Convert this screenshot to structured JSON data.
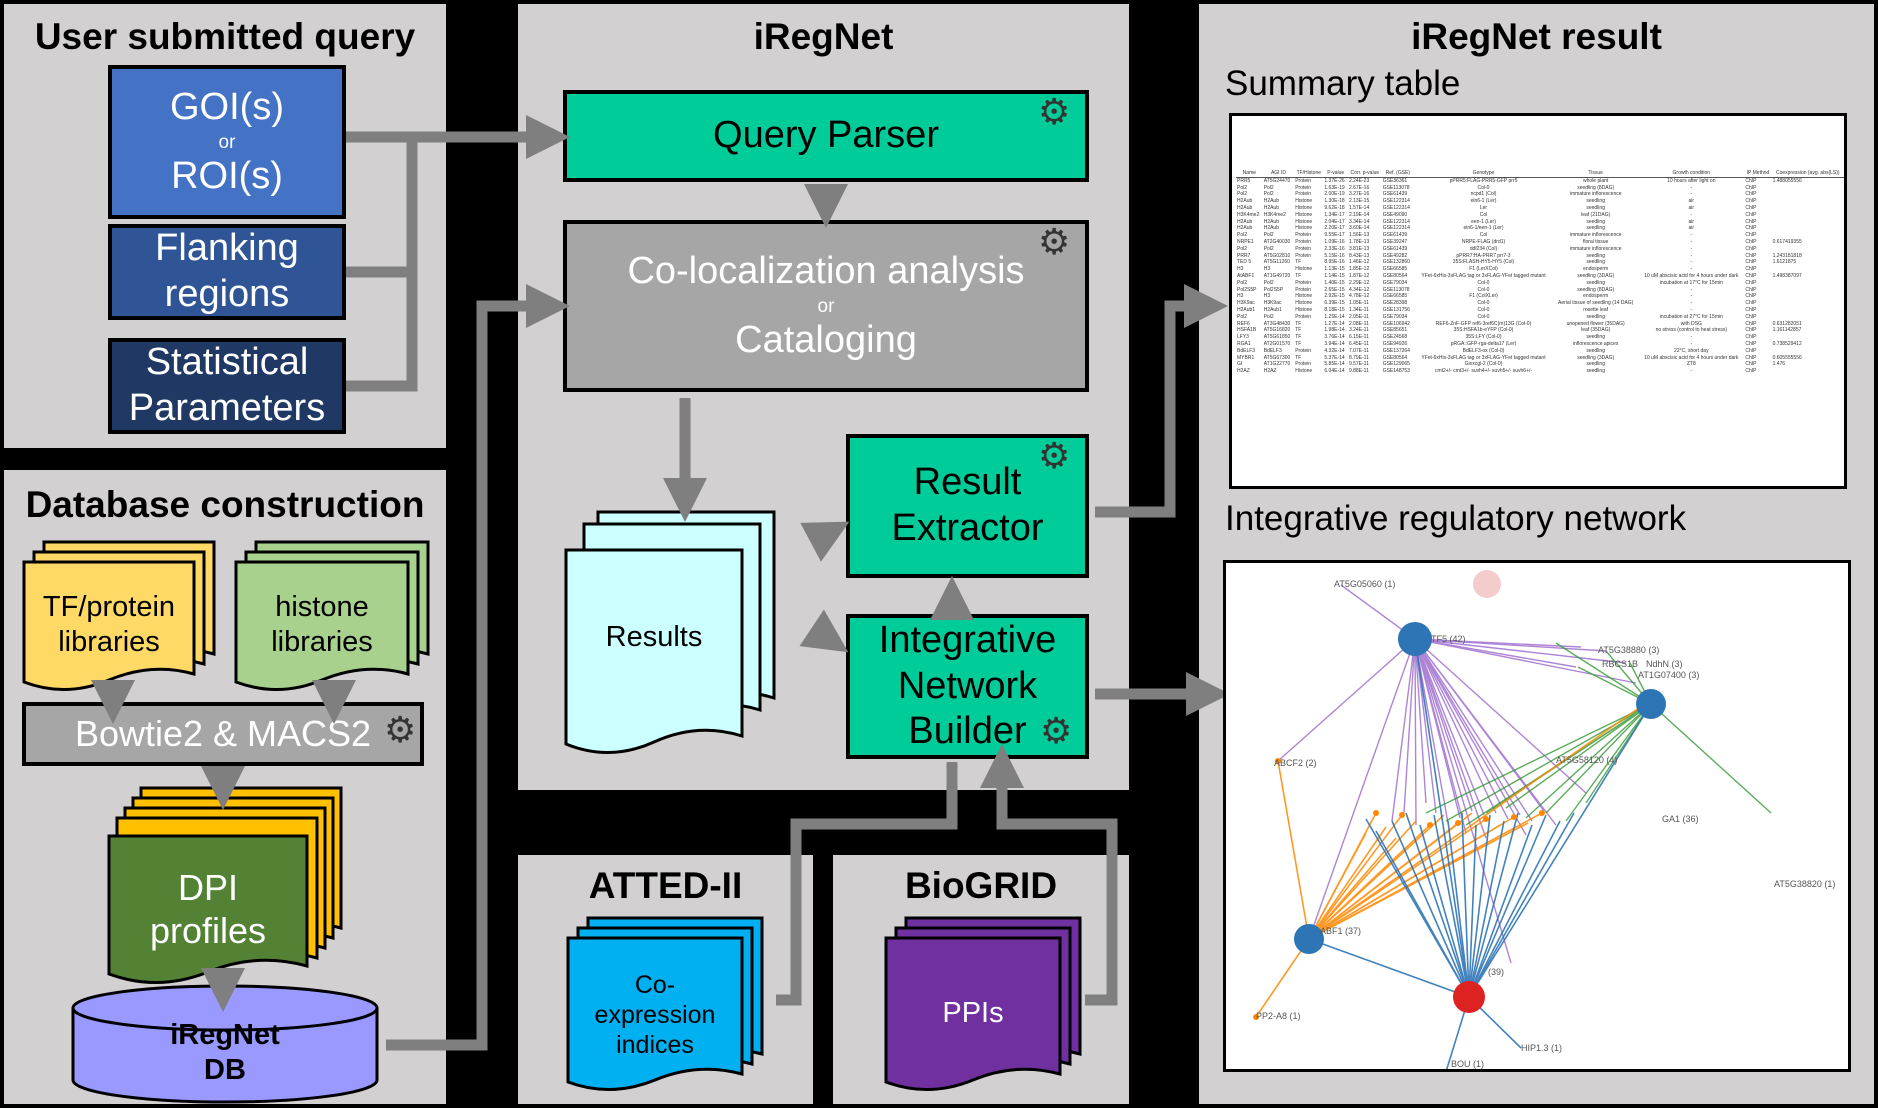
{
  "query_panel": {
    "title": "User submitted query",
    "goi_top": "GOI(s)",
    "goi_or": "or",
    "goi_bottom": "ROI(s)",
    "flanking_line1": "Flanking",
    "flanking_line2": "regions",
    "stat_line1": "Statistical",
    "stat_line2": "Parameters"
  },
  "db_panel": {
    "title": "Database construction",
    "tf_line1": "TF/protein",
    "tf_line2": "libraries",
    "histone_line1": "histone",
    "histone_line2": "libraries",
    "bowtie": "Bowtie2 & MACS2",
    "dpi_line1": "DPI",
    "dpi_line2": "profiles",
    "db_line1": "iRegNet",
    "db_line2": "DB"
  },
  "iregnet_panel": {
    "title": "iRegNet",
    "query_parser": "Query Parser",
    "coloc_top": "Co-localization analysis",
    "coloc_or": "or",
    "coloc_bottom": "Cataloging",
    "results": "Results",
    "extractor_line1": "Result",
    "extractor_line2": "Extractor",
    "builder_line1": "Integrative",
    "builder_line2": "Network",
    "builder_line3": "Builder"
  },
  "atted_panel": {
    "title": "ATTED-II",
    "doc_line1": "Co-",
    "doc_line2": "expression",
    "doc_line3": "indices"
  },
  "biogrid_panel": {
    "title": "BioGRID",
    "doc": "PPIs"
  },
  "result_panel": {
    "title": "iRegNet result",
    "summary_label": "Summary table",
    "network_label": "Integrative regulatory network"
  },
  "network_nodes": {
    "n1": "AT5G05060 (1)",
    "n2": "TF5 (42)",
    "n3": "AT5G38880 (3)",
    "n4": "RBCS1B",
    "n5": "NdhN (3)",
    "n6": "AT1G07400 (3)",
    "n7": "ABCF2 (2)",
    "n8": "AT5G58120 (4)",
    "n9": "GA1 (36)",
    "n10": "AT5G38820 (1)",
    "n11": "ABF1 (37)",
    "n12": "(39)",
    "n13": "PP2-A8 (1)",
    "n14": "HIP1.3 (1)",
    "n15": "BOU (1)"
  },
  "summary_table": {
    "headers": [
      "Name",
      "AGI ID",
      "TF/Histone",
      "P-value",
      "Corr. p-value",
      "Ref. (GSE)",
      "Genotype",
      "Tissue",
      "Growth condition",
      "IP Method",
      "Coexpression (avg. abs(LS))"
    ],
    "rows": [
      [
        "PRR5",
        "AT5G24470",
        "Protein",
        "1.37E-26",
        "2.24E-23",
        "GSE36361",
        "pPRR5:FLAG-PRR5-GFP prr5",
        "whole plant",
        "10 hours after light on",
        "ChIP",
        "1.488055556"
      ],
      [
        "Pol2",
        "Pol2",
        "Protein",
        "1.63E-19",
        "2.67E-16",
        "GSE113078",
        "Col-0",
        "seedling (8DAG)",
        "-",
        "ChIP",
        ""
      ],
      [
        "Pol2",
        "Pol2",
        "Protein",
        "2.00E-19",
        "3.27E-16",
        "GSE61439",
        "ncpd1 (Col)",
        "immature inflorescence",
        "-",
        "ChIP",
        ""
      ],
      [
        "H2Aub",
        "H2Aub",
        "Histone",
        "1.30E-18",
        "2.13E-15",
        "GSE122314",
        "ein6-1 (Ler)",
        "seedling",
        "air",
        "ChIP",
        ""
      ],
      [
        "H2Aub",
        "H2Aub",
        "Histone",
        "9.62E-18",
        "1.57E-14",
        "GSE122314",
        "Ler",
        "seedling",
        "air",
        "ChIP",
        ""
      ],
      [
        "H3K4me2",
        "H3K4me2",
        "Histone",
        "1.34E-17",
        "2.19E-14",
        "GSE49090",
        "Col",
        "leaf (21DAG)",
        "-",
        "ChIP",
        ""
      ],
      [
        "H2Aub",
        "H2Aub",
        "Histone",
        "2.04E-17",
        "3.34E-14",
        "GSE122314",
        "een-1 (Ler)",
        "seedling",
        "air",
        "ChIP",
        ""
      ],
      [
        "H2Aub",
        "H2Aub",
        "Histone",
        "2.20E-17",
        "3.60E-14",
        "GSE122314",
        "ein6-1/een-1 (Ler)",
        "seedling",
        "air",
        "ChIP",
        ""
      ],
      [
        "Pol2",
        "Pol2",
        "Protein",
        "9.55E-17",
        "1.56E-13",
        "GSE61439",
        "Col",
        "immature inflorescence",
        "-",
        "ChIP",
        ""
      ],
      [
        "NRPE1",
        "AT2G40030",
        "Protein",
        "1.09E-16",
        "1.78E-13",
        "GSE39247",
        "NRPE-FLAG (drd1)",
        "floral tissue",
        "-",
        "ChIP",
        "0.617419355"
      ],
      [
        "Pol2",
        "Pol2",
        "Protein",
        "2.33E-16",
        "3.81E-13",
        "GSE61439",
        "ddl234 (Col)",
        "immature inflorescence",
        "-",
        "ChIP",
        ""
      ],
      [
        "PRR7",
        "AT5G02810",
        "Protein",
        "5.15E-16",
        "8.43E-13",
        "GSE49282",
        "pPRR7:HA-PRR7 prr7-3",
        "seedling",
        "-",
        "ChIP",
        "1.243181818"
      ],
      [
        "TED 5",
        "AT5G11260",
        "TF",
        "8.95E-16",
        "1.46E-12",
        "GSE132860",
        "35S:FLASH-HY5-HY5 (Col)",
        "seedling",
        "-",
        "ChIP",
        "1.6121875"
      ],
      [
        "H3",
        "H3",
        "Histone",
        "1.13E-15",
        "1.85E-12",
        "GSE66585",
        "F1 (LerXCol)",
        "endosperm",
        "-",
        "ChIP",
        ""
      ],
      [
        "AtABF1",
        "AT1G49720",
        "TF",
        "1.14E-15",
        "1.87E-12",
        "GSE80564",
        "YFet-6xHis-3xFLAG tag or 3xFLAG-YFet tagged mutant",
        "seedling (3DAG)",
        "10 uM abscisic acid for 4 hours under dark",
        "ChIP",
        "1.498387097"
      ],
      [
        "Pol2",
        "Pol2",
        "Protein",
        "1.40E-15",
        "2.29E-12",
        "GSE79034",
        "Col-0",
        "seedling",
        "incubation at 17°C for 15min",
        "ChIP",
        ""
      ],
      [
        "Pol2S5P",
        "Pol2S5P",
        "Protein",
        "2.65E-15",
        "4.34E-12",
        "GSE113078",
        "Col-0",
        "seedling (8DAG)",
        "-",
        "ChIP",
        ""
      ],
      [
        "H3",
        "H3",
        "Histone",
        "2.92E-15",
        "4.78E-12",
        "GSE66585",
        "F1 (ColXLer)",
        "endosperm",
        "-",
        "ChIP",
        ""
      ],
      [
        "H3K9ac",
        "H3K9ac",
        "Histone",
        "6.39E-15",
        "1.05E-11",
        "GSE28398",
        "Col-0",
        "Aerial tissue of seedling (14 DAG)",
        "-",
        "ChIP",
        ""
      ],
      [
        "H2Aub1",
        "H2Aub1",
        "Histone",
        "8.18E-15",
        "1.34E-11",
        "GSE131756",
        "Col-0",
        "rosette leaf",
        "-",
        "ChIP",
        ""
      ],
      [
        "Pol2",
        "Pol2",
        "Protein",
        "1.25E-14",
        "2.05E-11",
        "GSE79034",
        "Col-0",
        "seedling",
        "incubation at 27°C for 15min",
        "ChIP",
        ""
      ],
      [
        "REF6",
        "AT3G48430",
        "TF",
        "1.27E-14",
        "2.08E-11",
        "GSE106942",
        "REF6-ZnF-GFP ref6-3ref6C(m)13G (Col-0)",
        "unopened flower (35DAG)",
        "with DSG",
        "ChIP",
        "0.631282051"
      ],
      [
        "HSFA1B",
        "AT5G16820",
        "TF",
        "1.98E-14",
        "3.24E-11",
        "GSE85651",
        "35S:HSFA1b-eYFP (Col-0)",
        "leaf (35DAG)",
        "no stress (control to heat stress)",
        "ChIP",
        "1.161142857"
      ],
      [
        "LFY3",
        "AT5G61850",
        "TF",
        "3.76E-14",
        "6.15E-11",
        "GSE24568",
        "35S:LFY (Col-0)",
        "seedling",
        "-",
        "ChIP",
        ""
      ],
      [
        "RGA1",
        "AT2G01570",
        "TF",
        "3.94E-14",
        "6.45E-11",
        "GSE94926",
        "pRGA::GFP-rga-delta17 (Ler)",
        "inflorescence apices",
        "-",
        "ChIP",
        "0.738529412"
      ],
      [
        "BdELF3",
        "BdELF3",
        "Protein",
        "4.32E-14",
        "7.07E-11",
        "GSE137264",
        "BdELF3-ox (Col-0)",
        "seedling",
        "22°C, short day",
        "ChIP",
        ""
      ],
      [
        "MYBR1",
        "AT5G67300",
        "TF",
        "5.37E-14",
        "8.79E-11",
        "GSE80564",
        "YFet-6xHis-3xFLAG tag or 3xFLAG-YFet tagged mutant",
        "seedling (3DAG)",
        "10 uM abscisic acid for 4 hours under dark",
        "ChIP",
        "0.605555556"
      ],
      [
        "GI",
        "AT1G22770",
        "Protein",
        "5.85E-14",
        "9.57E-11",
        "GSE129065",
        "Gioxcgi-2 (Col-0)",
        "seedling",
        "ZT8",
        "ChIP",
        "1.476"
      ],
      [
        "H2AZ",
        "H2AZ",
        "Histone",
        "6.04E-14",
        "9.88E-11",
        "GSE148753",
        "cmt2+/- cmt3+/- suvh4+/- suvh5+/- suvh6+/-",
        "seedling",
        "-",
        "ChIP",
        ""
      ]
    ]
  },
  "colors": {
    "panel": "#d2d0d0",
    "teal": "#00cc99",
    "goi_blue": "#4472c4",
    "flank_blue": "#2f5597",
    "stat_blue": "#1f3864",
    "grey_box": "#a6a6a6",
    "cyan_doc": "#ccffff",
    "yellow_doc": "#ffd966",
    "green_doc": "#a9d18e",
    "dpi_green": "#548235",
    "dpi_yellow": "#ffc000",
    "db_purple": "#9999ff",
    "atted_blue": "#00b0f0",
    "biogrid_purple": "#7030a0",
    "arrow": "#7f7f7f"
  }
}
